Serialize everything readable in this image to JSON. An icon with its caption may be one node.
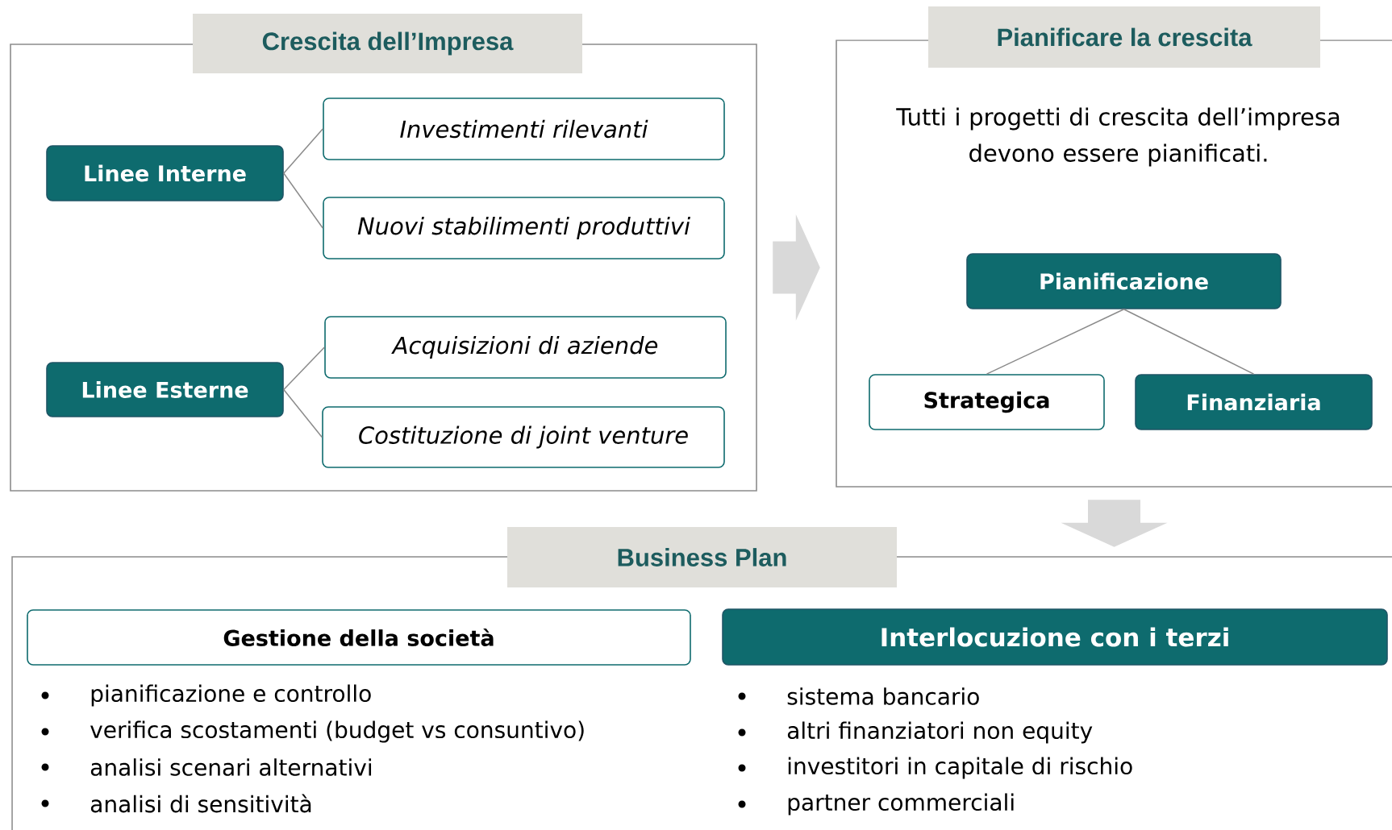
{
  "diagram": {
    "nodes": [
      {
        "text": [
          "Crescita dell’Impresa"
        ]
      },
      {
        "text": [
          "Linee Interne"
        ],
        "in": 0
      },
      {
        "text": [
          "Investimenti rilevanti"
        ],
        "in": 0
      },
      {
        "text": [
          "Nuovi stabilimenti produttivi"
        ],
        "in": 0
      },
      {
        "text": [
          "Linee Esterne"
        ],
        "in": 0
      },
      {
        "text": [
          "Acquisizioni di aziende"
        ],
        "in": 0
      },
      {
        "text": [
          "Costituzione di joint venture"
        ],
        "in": 0
      },
      {
        "text": [
          "Pianificare la crescita",
          "Tutti i progetti di crescita dell’impresa devono essere pianificati."
        ]
      },
      {
        "text": [
          "Pianificazione"
        ],
        "in": 7
      },
      {
        "text": [
          "Strategica"
        ],
        "in": 7
      },
      {
        "text": [
          "Finanziaria"
        ],
        "in": 7
      },
      {
        "text": [
          "Business Plan"
        ]
      },
      {
        "text": [
          "Gestione della società"
        ],
        "in": 11,
        "beside": [
          "pianificazione e controllo",
          "verifica scostamenti (budget vs consuntivo)",
          "analisi scenari alternativi",
          "analisi di sensitività"
        ]
      },
      {
        "text": [
          "Interlocuzione con i terzi"
        ],
        "in": 11,
        "beside": [
          "sistema bancario",
          "altri finanziatori non equity",
          "investitori in capitale di rischio",
          "partner commerciali"
        ]
      }
    ],
    "edges": [
      {
        "from": 1,
        "to": 2,
        "arrow": "none"
      },
      {
        "from": 1,
        "to": 3,
        "arrow": "none"
      },
      {
        "from": 4,
        "to": 5,
        "arrow": "none"
      },
      {
        "from": 4,
        "to": 6,
        "arrow": "none"
      },
      {
        "from": 8,
        "to": 9,
        "arrow": "none"
      },
      {
        "from": 8,
        "to": 10,
        "arrow": "none"
      },
      {
        "from": 0,
        "to": 7,
        "arrow": "to",
        "style": "thick",
        "color": "#d9d9d9"
      },
      {
        "from": 7,
        "to": 11,
        "arrow": "to",
        "style": "thick",
        "color": "#d9d9d9"
      }
    ]
  }
}
